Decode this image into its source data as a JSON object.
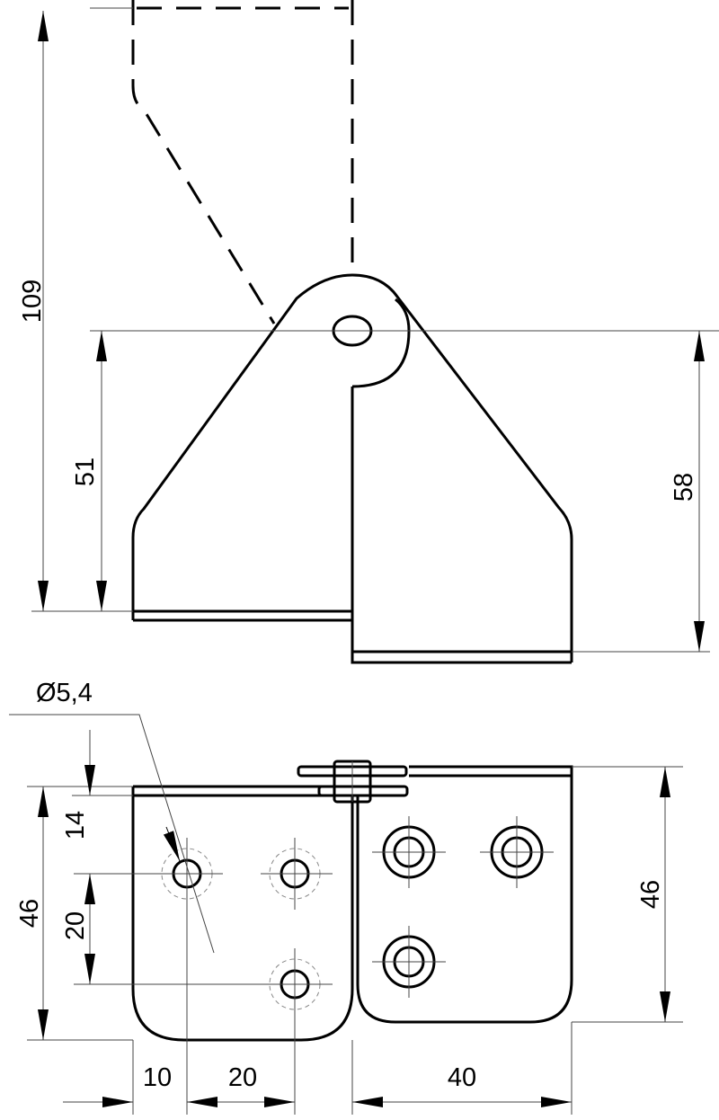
{
  "drawing": {
    "title": "Hinge technical drawing",
    "dimensions": {
      "overall_height": "109",
      "pivot_height_left": "51",
      "pivot_height_right": "58",
      "hole_diameter": "Ø5,4",
      "hole_top_offset": "14",
      "hole_vertical_spacing": "20",
      "plate_height_left": "46",
      "plate_height_right": "46",
      "hole_edge_offset": "10",
      "hole_horizontal_spacing": "20",
      "plate_width_right": "40"
    },
    "colors": {
      "line": "#000000",
      "center_line": "#888888"
    }
  }
}
